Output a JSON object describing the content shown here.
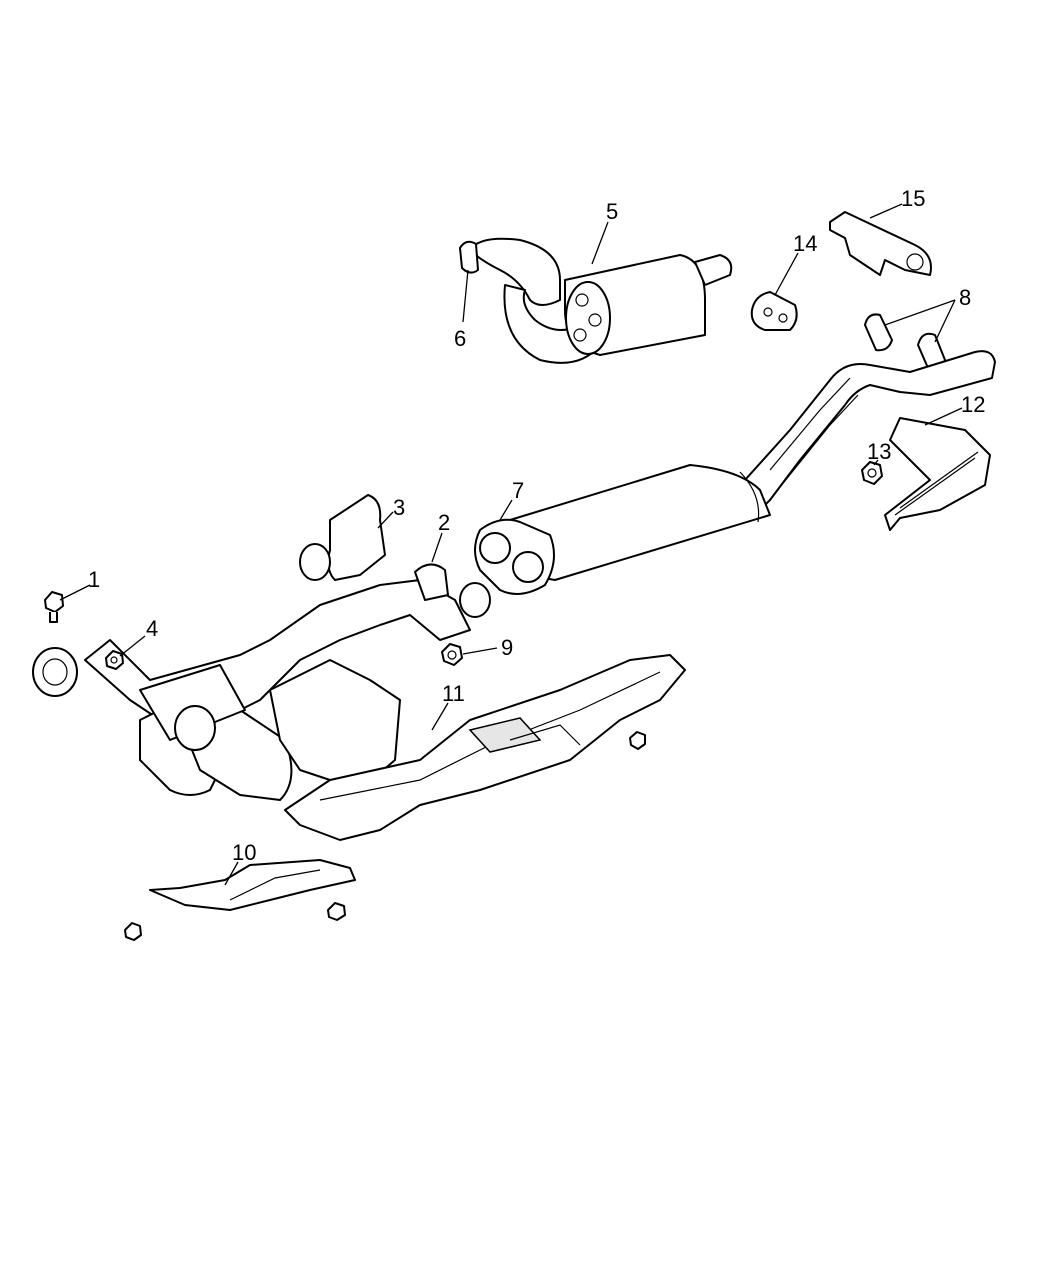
{
  "diagram": {
    "title": "Exhaust system parts diagram",
    "callouts": [
      {
        "id": "c1",
        "label": "1"
      },
      {
        "id": "c2",
        "label": "2"
      },
      {
        "id": "c3",
        "label": "3"
      },
      {
        "id": "c4",
        "label": "4"
      },
      {
        "id": "c5",
        "label": "5"
      },
      {
        "id": "c6",
        "label": "6"
      },
      {
        "id": "c7",
        "label": "7"
      },
      {
        "id": "c8",
        "label": "8"
      },
      {
        "id": "c9",
        "label": "9"
      },
      {
        "id": "c10",
        "label": "10"
      },
      {
        "id": "c11",
        "label": "11"
      },
      {
        "id": "c12",
        "label": "12"
      },
      {
        "id": "c13",
        "label": "13"
      },
      {
        "id": "c14",
        "label": "14"
      },
      {
        "id": "c15",
        "label": "15"
      }
    ]
  }
}
